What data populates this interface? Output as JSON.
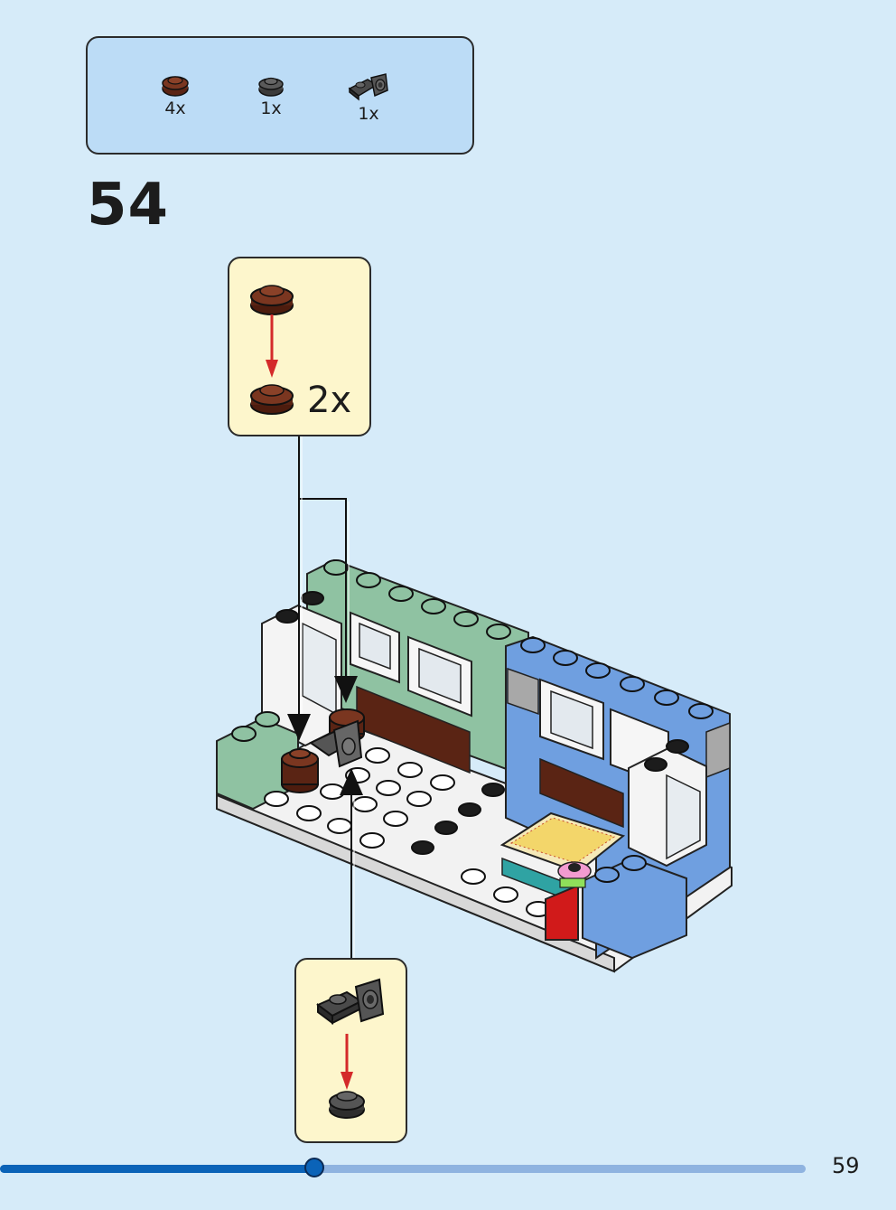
{
  "parts_list": {
    "items": [
      {
        "icon": "brown-round-plate-icon",
        "qty": "4x",
        "color": "#6b2d1a"
      },
      {
        "icon": "dark-gray-round-plate-icon",
        "qty": "1x",
        "color": "#4a4a4a"
      },
      {
        "icon": "dark-gray-bracket-icon",
        "qty": "1x",
        "color": "#3a3a3a"
      }
    ]
  },
  "step": {
    "number": "54"
  },
  "submodel_top": {
    "qty": "2x"
  },
  "colors": {
    "background": "#d6ebf9",
    "parts_box": "#bcdcf6",
    "callout": "#fdf6cc",
    "arrow": "#d42a2a",
    "sand_green": "#8fc2a2",
    "medium_blue": "#6f9fe0",
    "reddish_brown": "#6b2d1a"
  },
  "progress": {
    "fraction": 0.39
  },
  "page": {
    "number": "59"
  }
}
